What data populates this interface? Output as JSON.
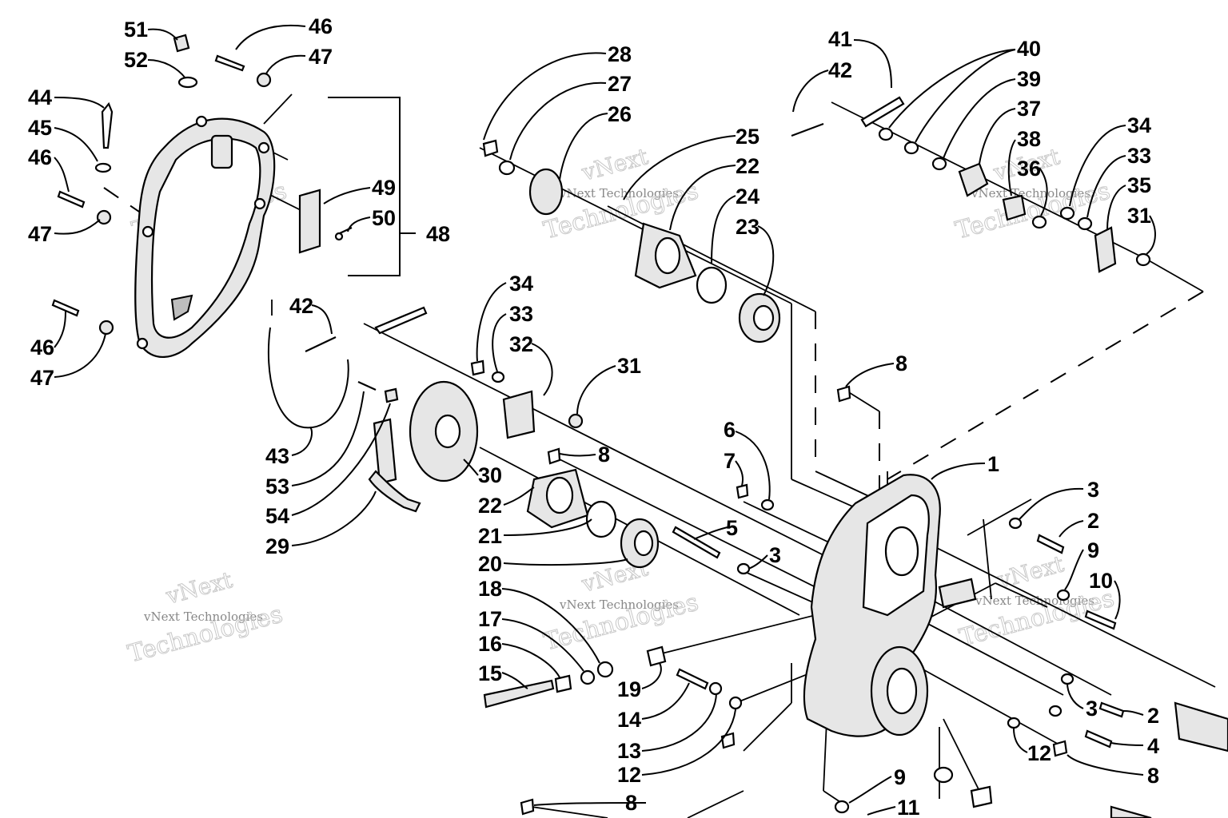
{
  "watermark": {
    "line1": "vNext",
    "line2": "vNext Technologies",
    "line3": "Technologies"
  },
  "callouts": {
    "1": "1",
    "2": "2",
    "3": "3",
    "4": "4",
    "5": "5",
    "6": "6",
    "7": "7",
    "8": "8",
    "9": "9",
    "10": "10",
    "11": "11",
    "12": "12",
    "13": "13",
    "14": "14",
    "15": "15",
    "16": "16",
    "17": "17",
    "18": "18",
    "19": "19",
    "20": "20",
    "21": "21",
    "22": "22",
    "23": "23",
    "24": "24",
    "25": "25",
    "26": "26",
    "27": "27",
    "28": "28",
    "29": "29",
    "30": "30",
    "31": "31",
    "32": "32",
    "33": "33",
    "34": "34",
    "35": "35",
    "36": "36",
    "37": "37",
    "38": "38",
    "39": "39",
    "40": "40",
    "41": "41",
    "42": "42",
    "43": "43",
    "44": "44",
    "45": "45",
    "46": "46",
    "47": "47",
    "48": "48",
    "49": "49",
    "50": "50",
    "51": "51",
    "52": "52",
    "53": "53",
    "54": "54"
  },
  "colors": {
    "ink": "#000000",
    "paper": "#ffffff",
    "shade": "#e6e6e6",
    "watermark": "#c8c8c8"
  }
}
